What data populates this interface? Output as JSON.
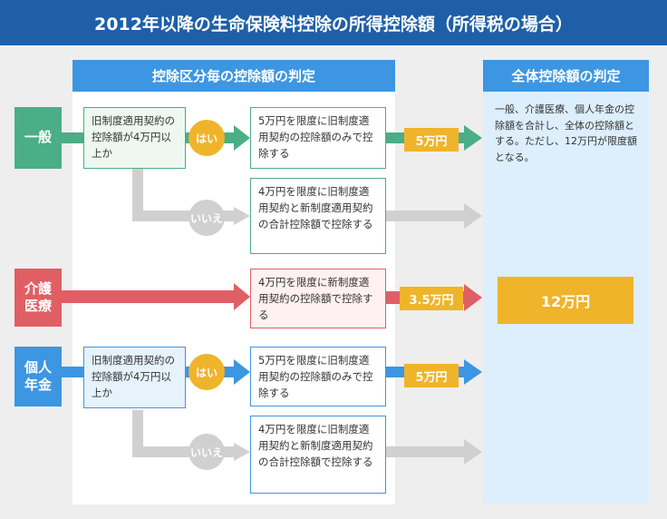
{
  "title": "2012年以降の生命保険料控除の所得控除額（所得税の場合）",
  "left_header": "控除区分毎の控除額の判定",
  "right_header": "全体控除額の判定",
  "categories": {
    "general": "一般",
    "care_line1": "介護",
    "care_line2": "医療",
    "pension_line1": "個人",
    "pension_line2": "年金"
  },
  "general": {
    "condition": "旧制度適用契約の控除額が4万円以上か",
    "yes_label": "はい",
    "no_label": "いいえ",
    "yes_result": "5万円を限度に旧制度適用契約の控除額のみで控除する",
    "no_result": "4万円を限度に旧制度適用契約と新制度適用契約の合計控除額で控除する",
    "amount": "5万円"
  },
  "care": {
    "result": "4万円を限度に新制度適用契約の控除額で控除する",
    "amount": "3.5万円"
  },
  "pension": {
    "condition": "旧制度適用契約の控除額が4万円以上か",
    "yes_label": "はい",
    "no_label": "いいえ",
    "yes_result": "5万円を限度に旧制度適用契約の控除額のみで控除する",
    "no_result": "4万円を限度に旧制度適用契約と新制度適用契約の合計控除額で控除する",
    "amount": "5万円"
  },
  "total_note": "一般、介護医療、個人年金の控除額を合計し、全体の控除額とする。ただし、12万円が限度額となる。",
  "total_amount": "12万円",
  "colors": {
    "title_bg": "#1e5fa8",
    "header_bg": "#3d96e2",
    "general": "#4aae86",
    "care": "#e05f65",
    "pension": "#3d96e2",
    "amount": "#f0b42a",
    "no_path": "#d0d0d0"
  }
}
